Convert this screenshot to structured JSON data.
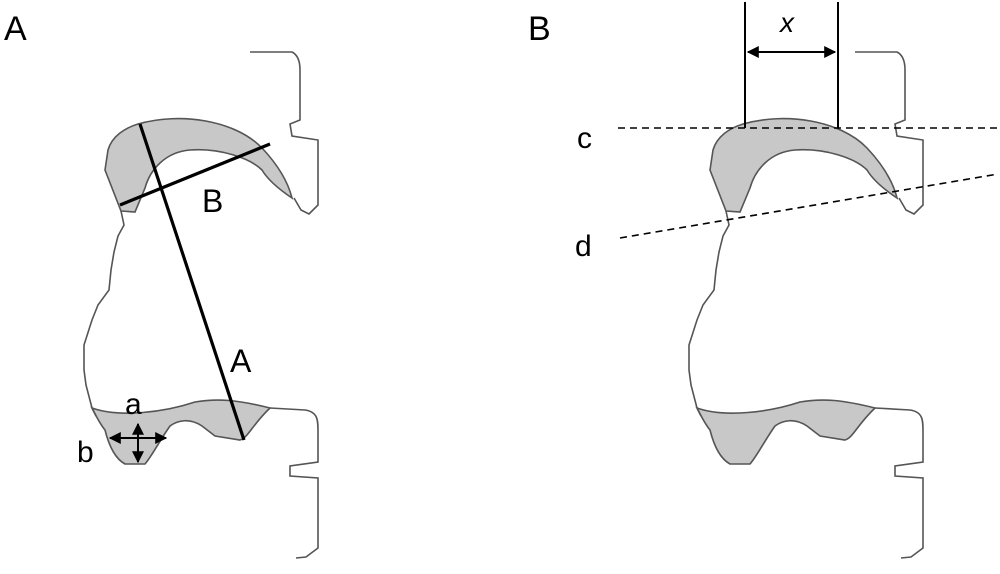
{
  "panels": [
    {
      "label": "A"
    },
    {
      "label": "B"
    }
  ],
  "panel_a": {
    "measure_long": "A",
    "measure_short": "B",
    "small_a": "a",
    "small_b": "b"
  },
  "panel_b": {
    "width_label": "x",
    "line_c": "c",
    "line_d": "d"
  }
}
